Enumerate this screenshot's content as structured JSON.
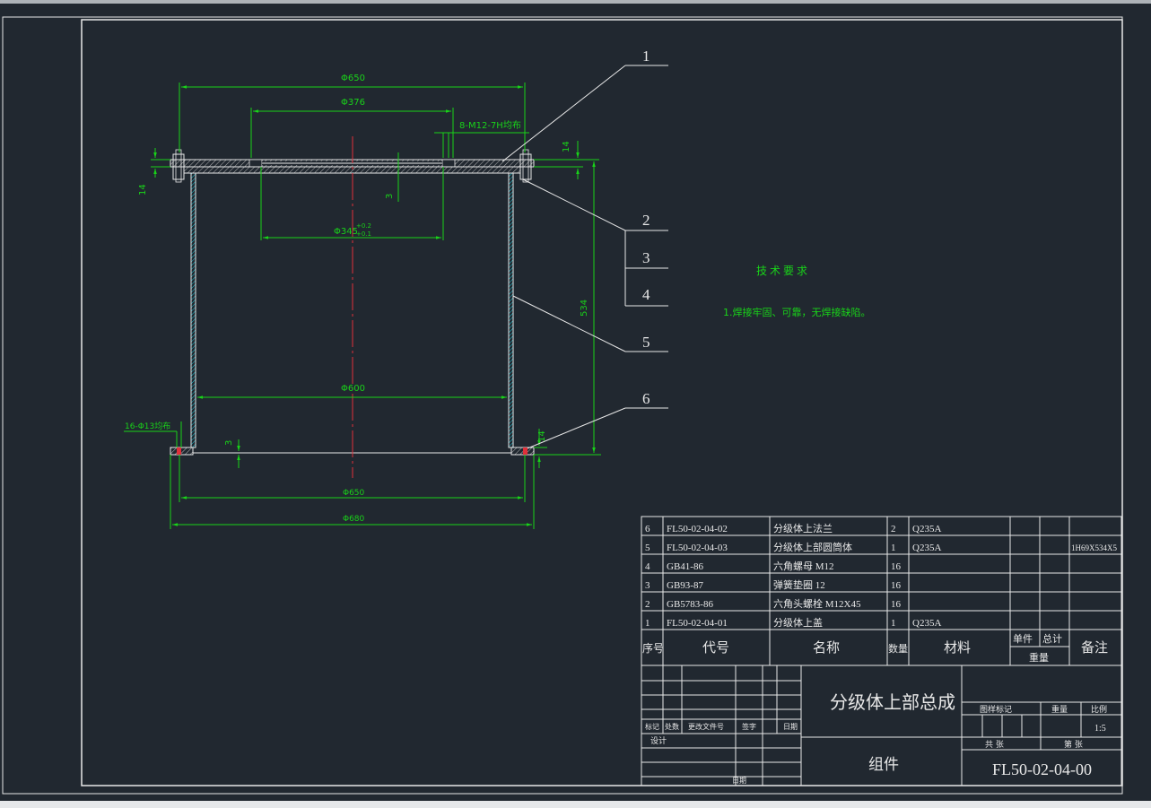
{
  "drawing": {
    "dims": {
      "d650_top": "Φ650",
      "d376": "Φ376",
      "holes_top": "8-M12-7H均布",
      "d345": "Φ345",
      "d345_tol_upper": "+0.2",
      "d345_tol_lower": "+0.1",
      "d600": "Φ600",
      "d650_bottom": "Φ650",
      "d680": "Φ680",
      "holes_bottom": "16-Φ13均布",
      "h14_left": "14",
      "h14_right": "14",
      "h14_bottom": "14",
      "h3_top": "3",
      "h3_bottom": "3",
      "h534": "534"
    },
    "balloons": [
      "1",
      "2",
      "3",
      "4",
      "5",
      "6"
    ]
  },
  "tech_requirements": {
    "title": "技术要求",
    "items": [
      "1.焊接牢固、可靠，无焊接缺陷。"
    ]
  },
  "bom": {
    "rows": [
      {
        "no": "6",
        "code": "FL50-02-04-02",
        "name": "分级体上法兰",
        "qty": "2",
        "material": "Q235A",
        "remark": ""
      },
      {
        "no": "5",
        "code": "FL50-02-04-03",
        "name": "分级体上部圆筒体",
        "qty": "1",
        "material": "Q235A",
        "remark": "1H69X534X5"
      },
      {
        "no": "4",
        "code": "GB41-86",
        "name": "六角螺母 M12",
        "qty": "16",
        "material": "",
        "remark": ""
      },
      {
        "no": "3",
        "code": "GB93-87",
        "name": "弹簧垫圈 12",
        "qty": "16",
        "material": "",
        "remark": ""
      },
      {
        "no": "2",
        "code": "GB5783-86",
        "name": "六角头螺栓 M12X45",
        "qty": "16",
        "material": "",
        "remark": ""
      },
      {
        "no": "1",
        "code": "FL50-02-04-01",
        "name": "分级体上盖",
        "qty": "1",
        "material": "Q235A",
        "remark": ""
      }
    ],
    "headers": {
      "no": "序号",
      "code": "代号",
      "name": "名称",
      "qty": "数量",
      "material": "材料",
      "unit": "单件",
      "total": "总计",
      "weight": "重量",
      "remark": "备注"
    }
  },
  "title_block": {
    "title": "分级体上部总成",
    "subtitle": "组件",
    "drawing_no": "FL50-02-04-00",
    "stage_label": "图样标记",
    "weight_label": "重量",
    "scale_label": "比例",
    "scale": "1:5",
    "sheets_total": "共 张",
    "sheet_no": "第 张",
    "rev_labels": [
      "标记",
      "处数",
      "更改文件号",
      "签字",
      "日期"
    ],
    "design_label": "设计",
    "date_label": "日期"
  }
}
